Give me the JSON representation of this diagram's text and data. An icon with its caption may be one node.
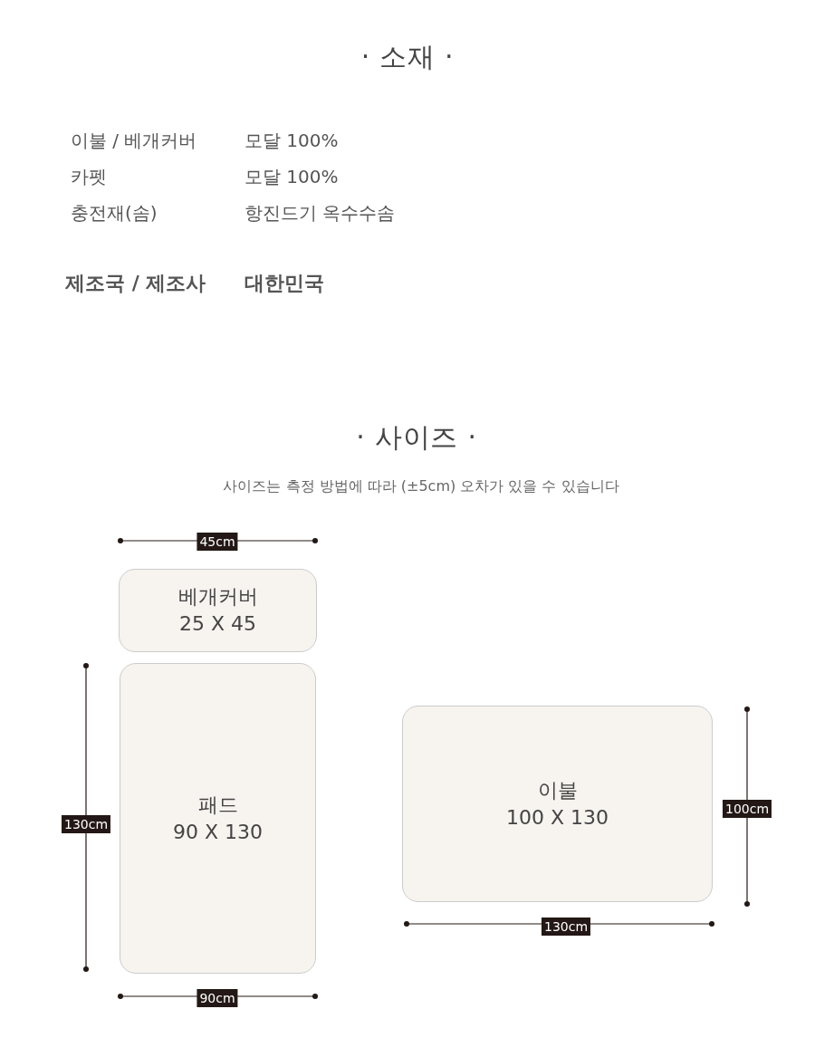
{
  "diagram": {
    "nodes": [
      {
        "text": [
          "베개커버",
          "25 X 45"
        ]
      },
      {
        "text": [
          "패드",
          "90 X 130"
        ]
      },
      {
        "text": [
          "이불",
          "100 X 130"
        ]
      }
    ],
    "labels": [
      "· 소재 ·",
      "이불 / 베개커버",
      "모달 100%",
      "카펫",
      "모달 100%",
      "충전재(솜)",
      "항진드기 옥수수솜",
      "제조국 / 제조사",
      "대한민국",
      "· 사이즈 ·",
      "사이즈는 측정 방법에 따라 (±5cm) 오차가 있을 수 있습니다",
      "45cm",
      "130cm",
      "100cm",
      "130cm",
      "90cm"
    ]
  }
}
